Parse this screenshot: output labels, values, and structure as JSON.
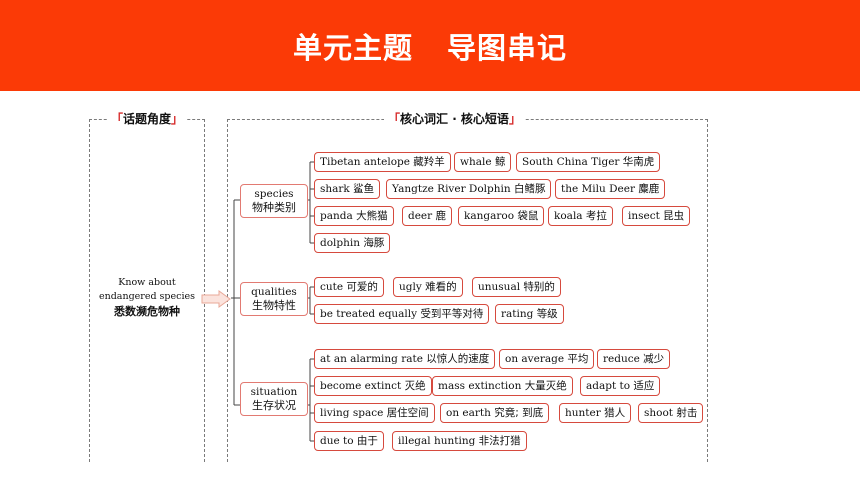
{
  "header": {
    "title_left": "单元主题",
    "title_right": "导图串记",
    "bg_color": "#fb3a06"
  },
  "topic": {
    "tab_label": "话题角度",
    "english": "Know about endangered species",
    "chinese": "悉数濒危物种"
  },
  "vocab": {
    "tab_label": "核心词汇 · 核心短语"
  },
  "groups": [
    {
      "en": "species",
      "cn": "物种类别",
      "chips": [
        {
          "en": "Tibetan antelope",
          "cn": "藏羚羊"
        },
        {
          "en": "whale",
          "cn": "鲸"
        },
        {
          "en": "South China Tiger",
          "cn": "华南虎"
        },
        {
          "en": "shark",
          "cn": "鲨鱼"
        },
        {
          "en": "Yangtze River Dolphin",
          "cn": "白鳍豚"
        },
        {
          "en": "the Milu Deer",
          "cn": "麋鹿"
        },
        {
          "en": "panda",
          "cn": "大熊猫"
        },
        {
          "en": "deer",
          "cn": "鹿"
        },
        {
          "en": "kangaroo",
          "cn": "袋鼠"
        },
        {
          "en": "koala",
          "cn": "考拉"
        },
        {
          "en": "insect",
          "cn": "昆虫"
        },
        {
          "en": "dolphin",
          "cn": "海豚"
        }
      ]
    },
    {
      "en": "qualities",
      "cn": "生物特性",
      "chips": [
        {
          "en": "cute",
          "cn": "可爱的"
        },
        {
          "en": "ugly",
          "cn": "难看的"
        },
        {
          "en": "unusual",
          "cn": "特别的"
        },
        {
          "en": "be treated equally",
          "cn": "受到平等对待"
        },
        {
          "en": "rating",
          "cn": "等级"
        }
      ]
    },
    {
      "en": "situation",
      "cn": "生存状况",
      "chips": [
        {
          "en": "at an alarming rate",
          "cn": "以惊人的速度"
        },
        {
          "en": "on average",
          "cn": "平均"
        },
        {
          "en": "reduce",
          "cn": "减少"
        },
        {
          "en": "become extinct",
          "cn": "灭绝"
        },
        {
          "en": "mass extinction",
          "cn": "大量灭绝"
        },
        {
          "en": "adapt to",
          "cn": "适应"
        },
        {
          "en": "living space",
          "cn": "居住空间"
        },
        {
          "en": "on earth",
          "cn": "究竟; 到底"
        },
        {
          "en": "hunter",
          "cn": "猎人"
        },
        {
          "en": "shoot",
          "cn": "射击"
        },
        {
          "en": "due to",
          "cn": "由于"
        },
        {
          "en": "illegal hunting",
          "cn": "非法打猎"
        }
      ]
    }
  ]
}
